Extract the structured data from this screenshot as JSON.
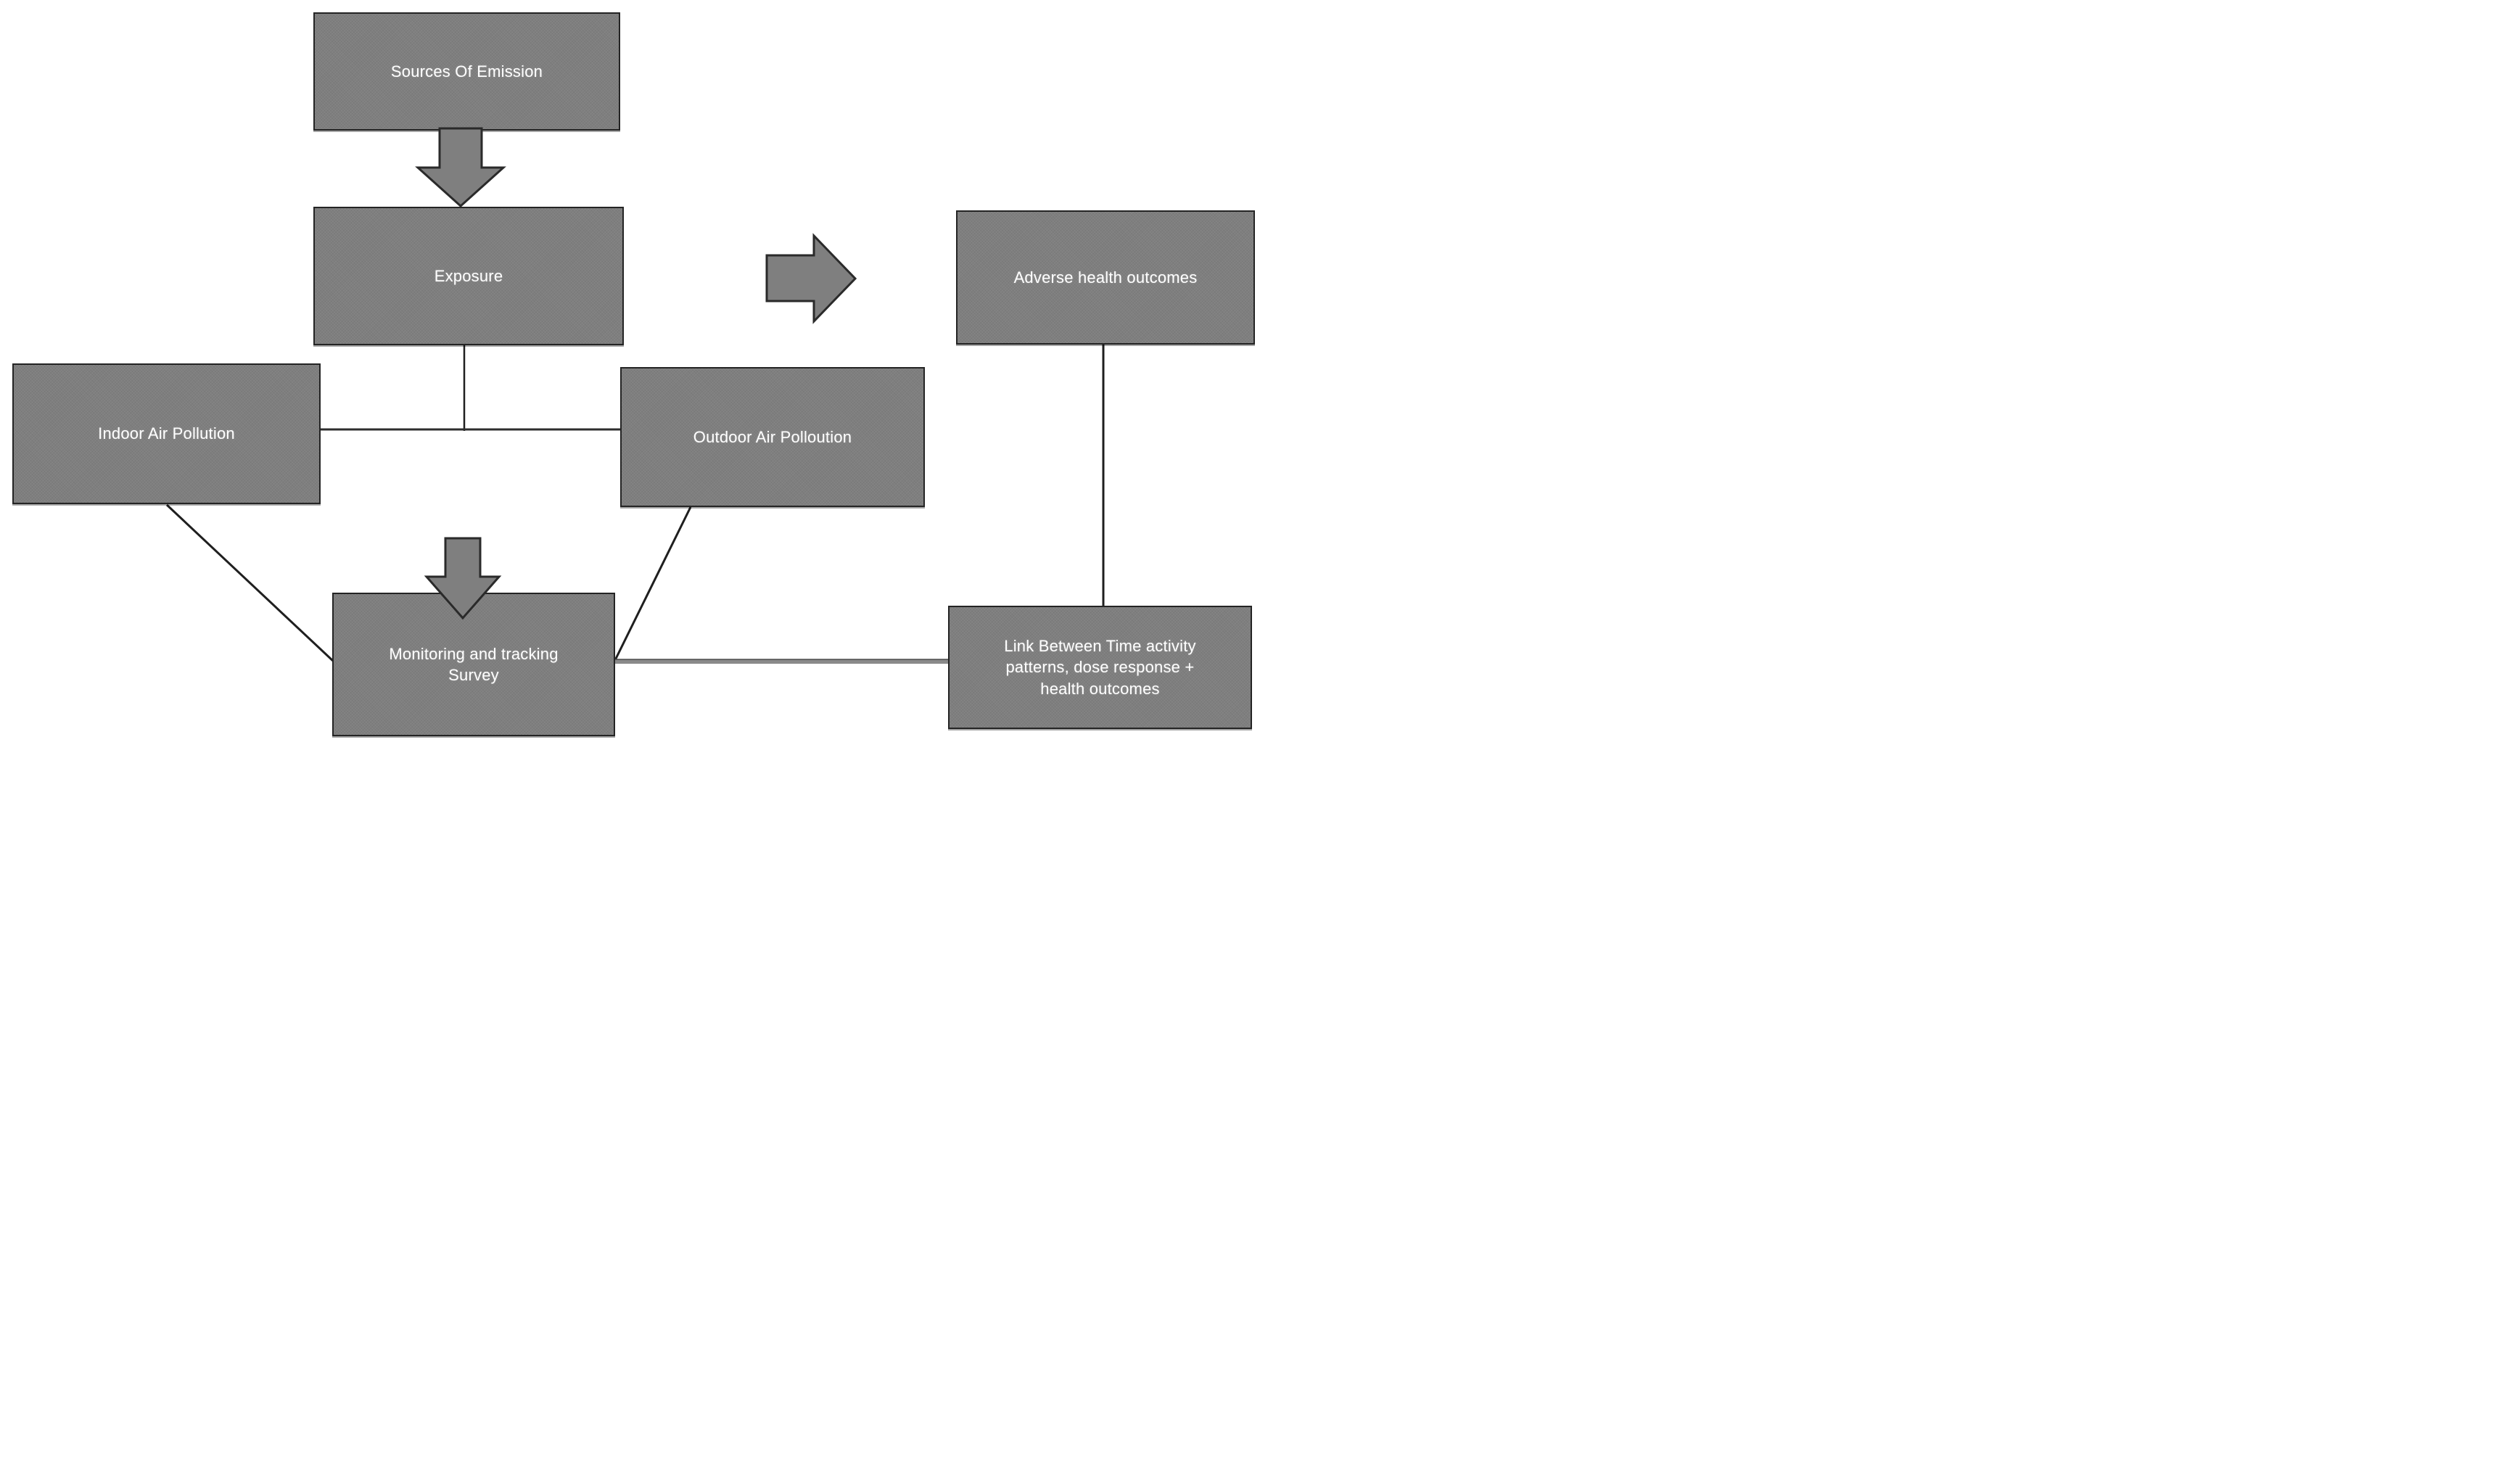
{
  "diagram": {
    "title": "Air pollution exposure and health outcomes flowchart",
    "colors": {
      "background": "#ffffff",
      "node_fill": "#7f7f7f",
      "node_border": "#242424",
      "node_text": "#ffffff",
      "thin_connector": "#1f1f1f",
      "gray_connector": "#8a8a8a",
      "block_arrow_fill": "#7f7f7f",
      "block_arrow_border": "#2a2a2a"
    },
    "nodes": {
      "sources": {
        "label": "Sources Of Emission"
      },
      "exposure": {
        "label": "Exposure"
      },
      "indoor": {
        "label": "Indoor Air Pollution"
      },
      "outdoor": {
        "label": "Outdoor Air Polloution"
      },
      "adverse": {
        "label": "Adverse health outcomes"
      },
      "monitoring": {
        "label": "Monitoring and tracking\nSurvey"
      },
      "link": {
        "label": "Link Between Time activity\npatterns, dose response +\nhealth outcomes"
      }
    },
    "edges": [
      {
        "from": "sources",
        "to": "exposure",
        "type": "block-arrow-down"
      },
      {
        "from": "exposure",
        "to": "indoor-outdoor-line",
        "type": "thin-line-vertical"
      },
      {
        "from": "indoor",
        "to": "outdoor",
        "type": "thin-line-horizontal"
      },
      {
        "from": "indoor",
        "to": "monitoring",
        "type": "thin-line-diagonal"
      },
      {
        "from": "outdoor",
        "to": "monitoring",
        "type": "thin-line-diagonal"
      },
      {
        "from": "",
        "to": "monitoring",
        "type": "block-arrow-down"
      },
      {
        "from": "",
        "to": "adverse",
        "type": "block-arrow-right"
      },
      {
        "from": "adverse",
        "to": "link",
        "type": "thin-line-vertical"
      },
      {
        "from": "monitoring",
        "to": "link",
        "type": "gray-line-horizontal"
      }
    ]
  }
}
